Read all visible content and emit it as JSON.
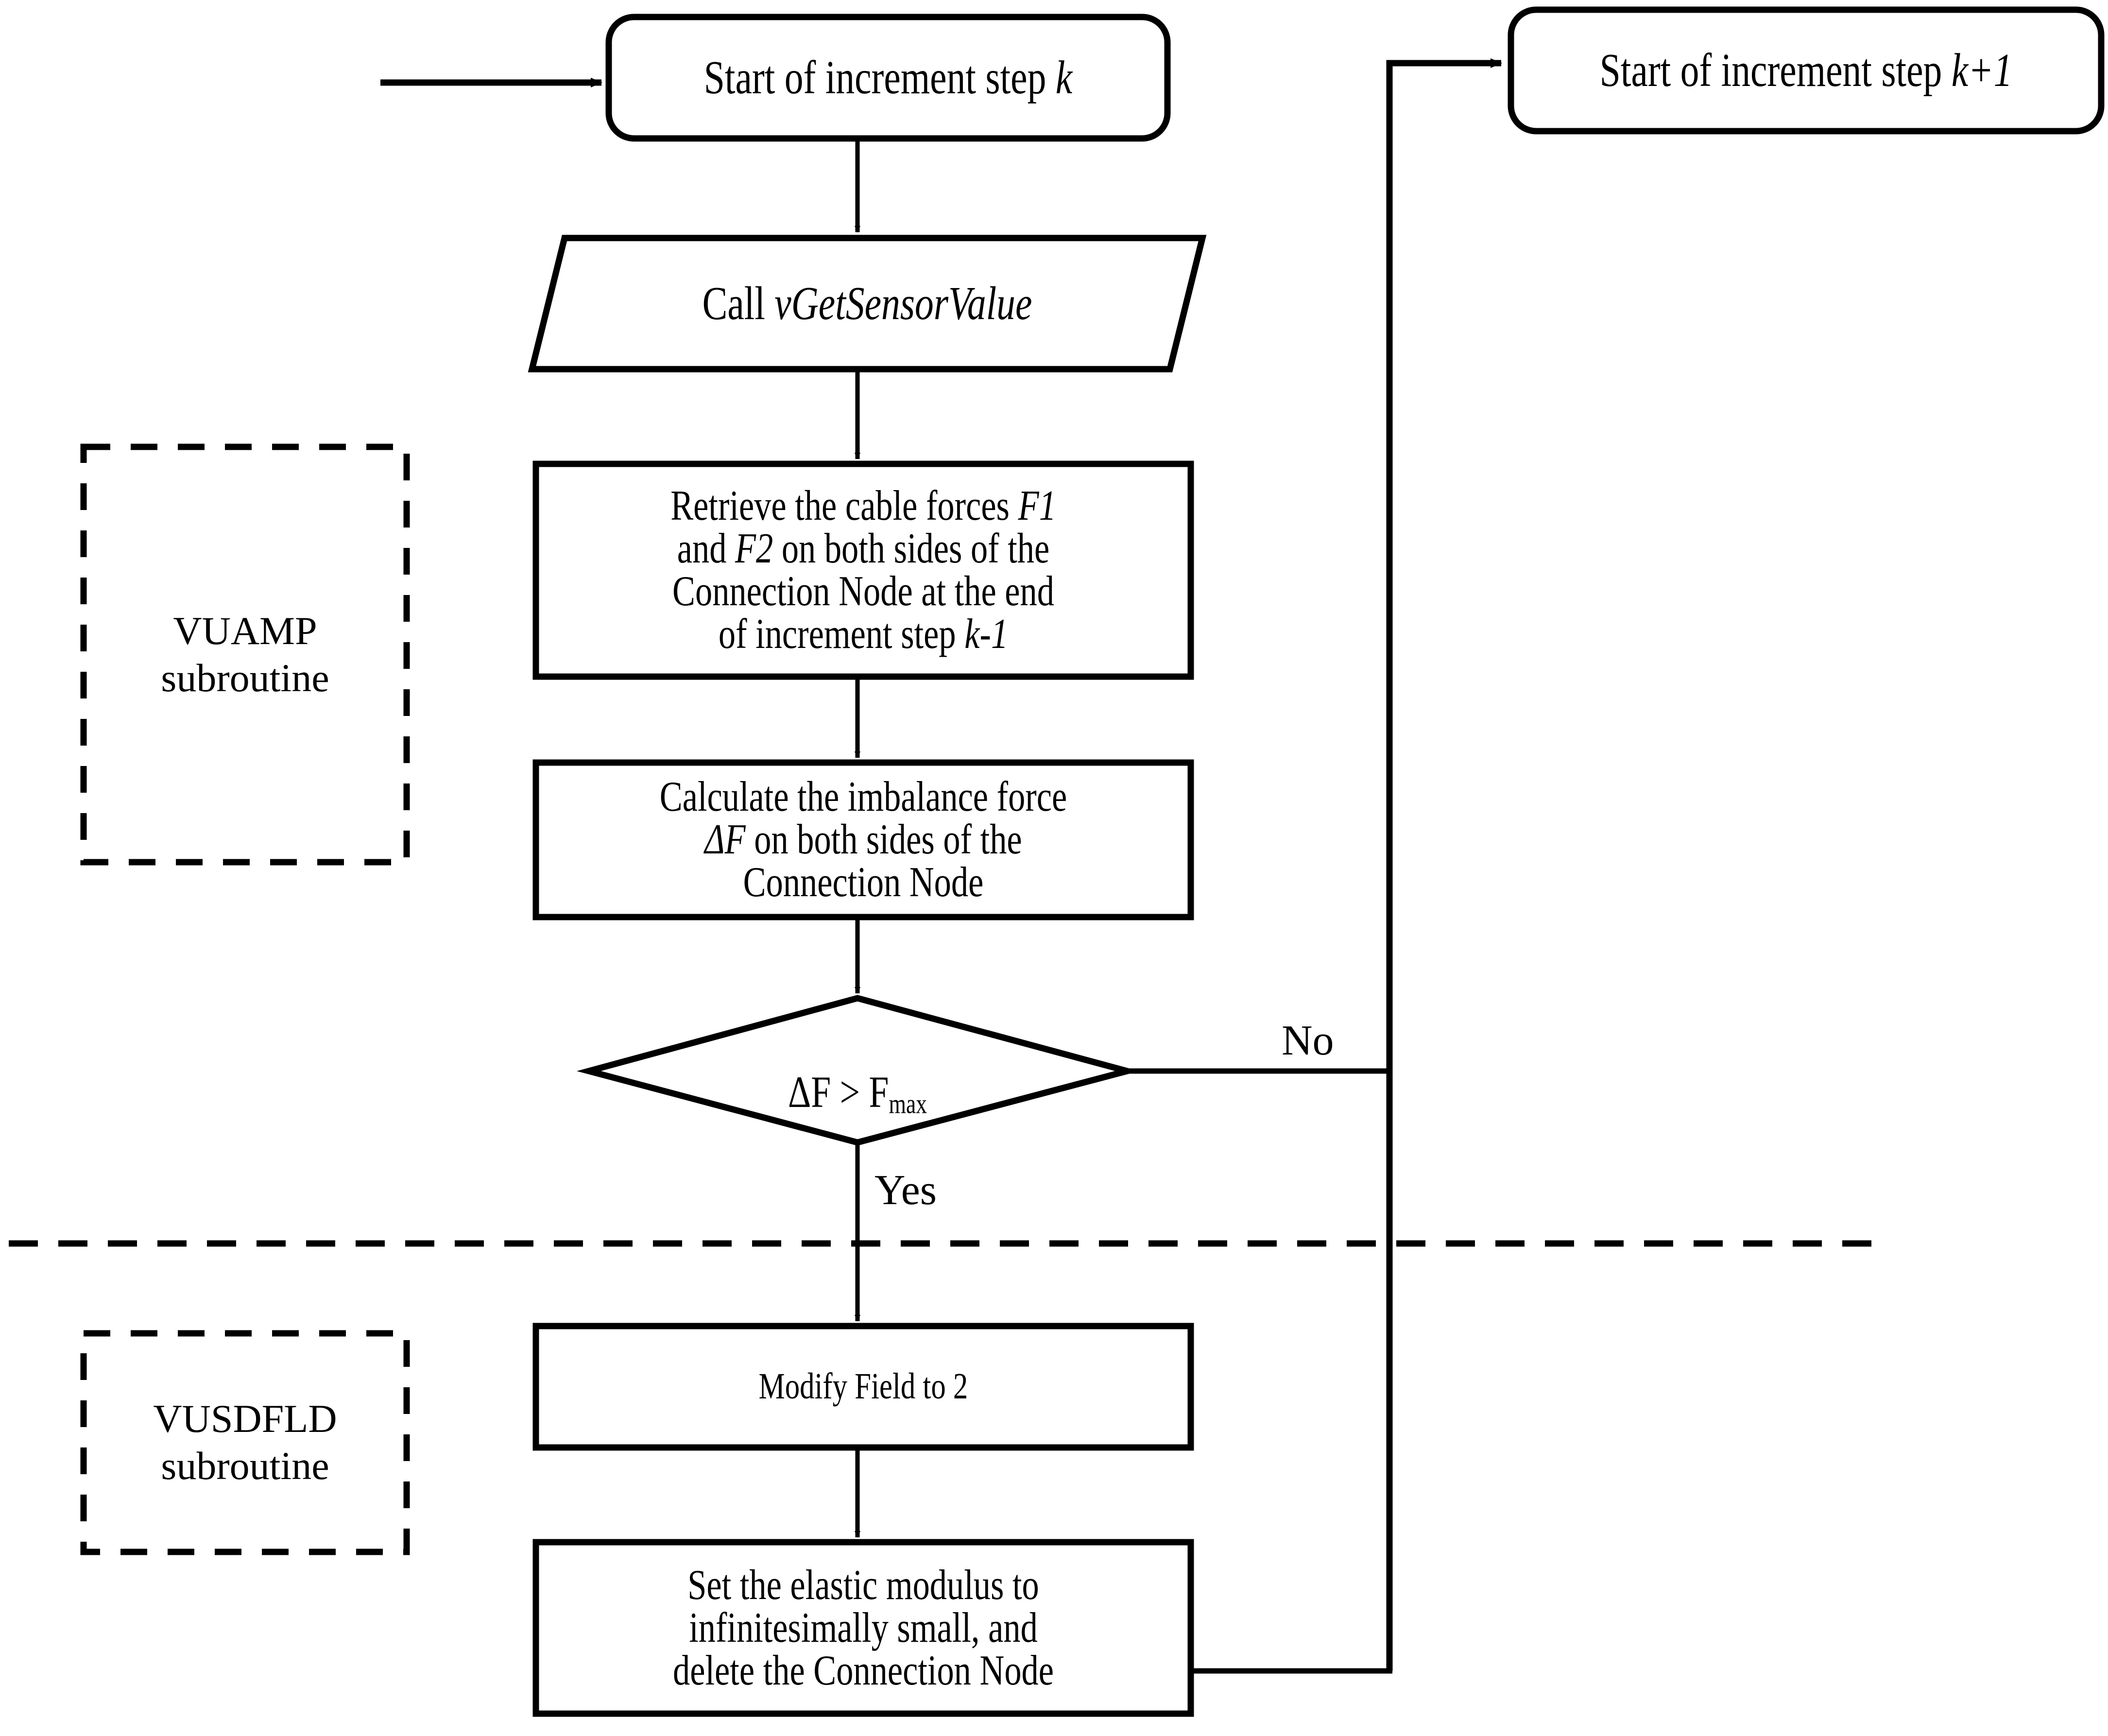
{
  "diagram": {
    "title": "VUAMP / VUSDFLD subroutine flowchart",
    "background": "#ffffff",
    "line_color": "#000000"
  },
  "nodes": {
    "start_k": {
      "label": "Start of increment step k",
      "shape": "rounded-rectangle",
      "italic_part": "k"
    },
    "start_k1": {
      "label": "Start of increment step k+1",
      "shape": "rounded-rectangle",
      "italic_part": "k+1"
    },
    "call_sensor": {
      "label": "Call vGetSensorValue",
      "shape": "parallelogram",
      "italic_part": "vGetSensorValue"
    },
    "retrieve_forces": {
      "line1": "Retrieve the cable forces F1",
      "line2": "and F2 on both sides of the",
      "line3": "Connection Node at the end",
      "line4": "of increment step k-1",
      "shape": "rectangle"
    },
    "calc_imbalance": {
      "line1": "Calculate the imbalance force",
      "line2": "ΔF on both sides of the",
      "line3": "Connection Node",
      "shape": "rectangle"
    },
    "decision": {
      "label": "ΔF > F",
      "subscript": "max",
      "shape": "diamond"
    },
    "modify_field": {
      "label": "Modify Field to 2",
      "shape": "rectangle"
    },
    "set_modulus": {
      "line1": "Set the elastic modulus to",
      "line2": "infinitesimally small, and",
      "line3": "delete the Connection Node",
      "shape": "rectangle"
    }
  },
  "groups": {
    "vuamp": {
      "line1": "VUAMP",
      "line2": "subroutine",
      "shape": "dashed-rectangle"
    },
    "vusdfld": {
      "line1": "VUSDFLD",
      "line2": "subroutine",
      "shape": "dashed-rectangle"
    }
  },
  "edge_labels": {
    "no": "No",
    "yes": "Yes"
  }
}
